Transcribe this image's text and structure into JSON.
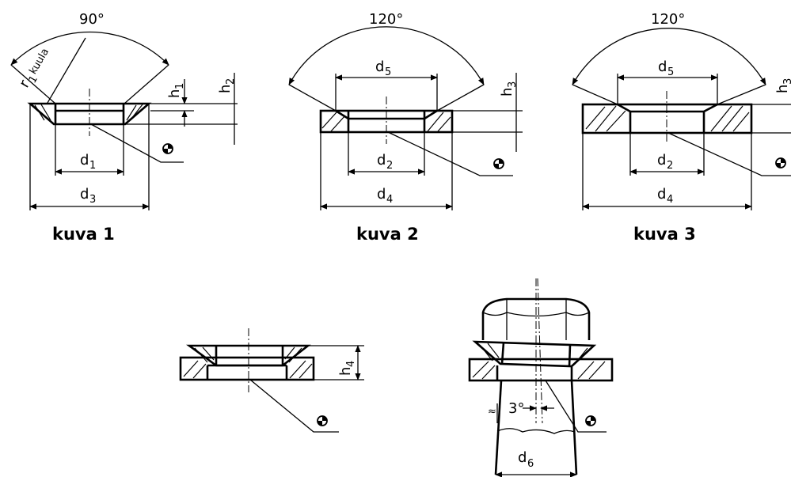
{
  "figure_1": {
    "angle": "90°",
    "radius_label": "r",
    "radius_sub": "1",
    "radius_suffix": "kuula",
    "d1": {
      "base": "d",
      "sub": "1"
    },
    "d3": {
      "base": "d",
      "sub": "3"
    },
    "h1": {
      "base": "h",
      "sub": "1"
    },
    "h2": {
      "base": "h",
      "sub": "2"
    },
    "caption": "kuva 1"
  },
  "figure_2": {
    "angle": "120°",
    "d5": {
      "base": "d",
      "sub": "5"
    },
    "d2": {
      "base": "d",
      "sub": "2"
    },
    "d4": {
      "base": "d",
      "sub": "4"
    },
    "h3": {
      "base": "h",
      "sub": "3"
    },
    "caption": "kuva 2"
  },
  "figure_3": {
    "angle": "120°",
    "d5": {
      "base": "d",
      "sub": "5"
    },
    "d2": {
      "base": "d",
      "sub": "2"
    },
    "d4": {
      "base": "d",
      "sub": "4"
    },
    "h3": {
      "base": "h",
      "sub": "3"
    },
    "caption": "kuva 3"
  },
  "figure_4": {
    "h4": {
      "base": "h",
      "sub": "4"
    }
  },
  "figure_5": {
    "angle": "3°",
    "d6": {
      "base": "d",
      "sub": "6"
    }
  },
  "symbols": {
    "marker_icon": "center-of-gravity-symbol"
  }
}
